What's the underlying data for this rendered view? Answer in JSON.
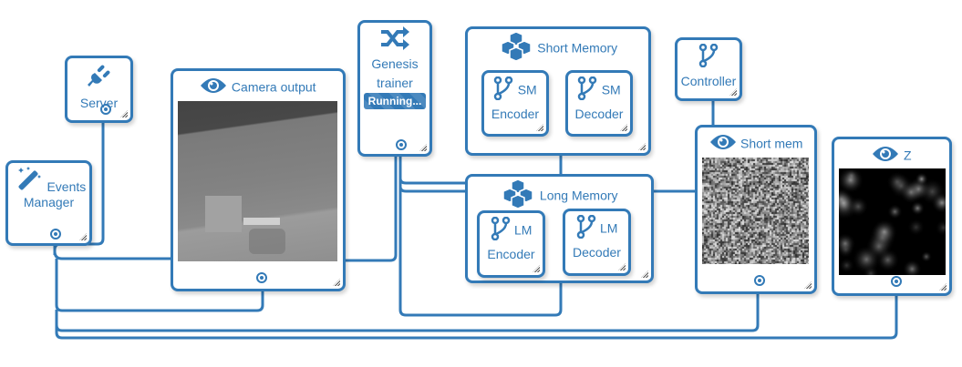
{
  "accent_color": "#337ab7",
  "nodes": {
    "server": {
      "label": "Server",
      "icon": "plug-icon"
    },
    "events_manager": {
      "label_line1": "Events",
      "label_line2": "Manager",
      "icon": "magic-wand-icon"
    },
    "camera_output": {
      "label": "Camera output",
      "icon": "eye-icon",
      "image": "camera-render-image"
    },
    "genesis_trainer": {
      "label_line1": "Genesis",
      "label_line2": "trainer",
      "status": "Running...",
      "icon": "shuffle-icon"
    },
    "short_memory": {
      "label": "Short Memory",
      "icon": "cubes-icon",
      "children": [
        {
          "label_line1": "SM",
          "label_line2": "Encoder",
          "icon": "code-fork-icon"
        },
        {
          "label_line1": "SM",
          "label_line2": "Decoder",
          "icon": "code-fork-icon"
        }
      ]
    },
    "long_memory": {
      "label": "Long Memory",
      "icon": "cubes-icon",
      "children": [
        {
          "label_line1": "LM",
          "label_line2": "Encoder",
          "icon": "code-fork-icon"
        },
        {
          "label_line1": "LM",
          "label_line2": "Decoder",
          "icon": "code-fork-icon"
        }
      ]
    },
    "controller": {
      "label": "Controller",
      "icon": "code-fork-icon"
    },
    "short_mem": {
      "label": "Short mem",
      "icon": "eye-icon",
      "image": "noise-image"
    },
    "z": {
      "label": "Z",
      "icon": "eye-icon",
      "image": "latent-blur-image"
    }
  }
}
